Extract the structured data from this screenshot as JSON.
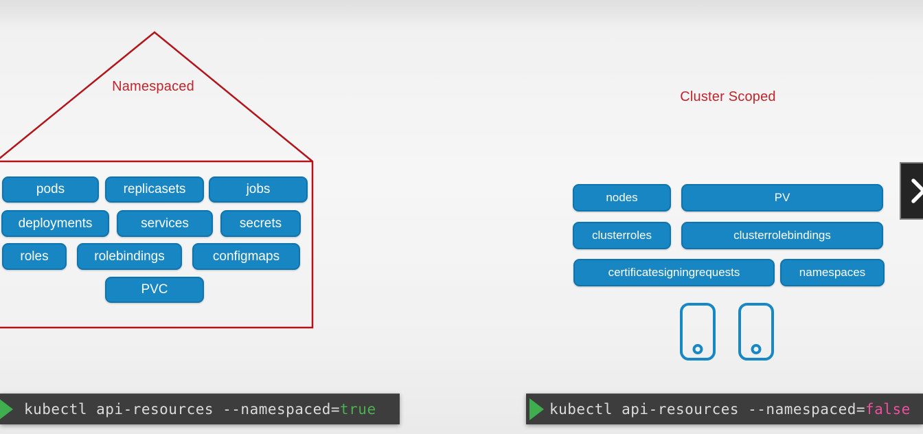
{
  "namespaced_group": {
    "title": "Namespaced",
    "boxes": [
      {
        "label": "pods"
      },
      {
        "label": "replicasets"
      },
      {
        "label": "jobs"
      },
      {
        "label": "deployments"
      },
      {
        "label": "services"
      },
      {
        "label": "secrets"
      },
      {
        "label": "roles"
      },
      {
        "label": "rolebindings"
      },
      {
        "label": "configmaps"
      },
      {
        "label": "PVC"
      }
    ]
  },
  "cluster_group": {
    "title": "Cluster Scoped",
    "boxes": [
      {
        "label": "nodes"
      },
      {
        "label": "PV"
      },
      {
        "label": "clusterroles"
      },
      {
        "label": "clusterrolebindings"
      },
      {
        "label": "certificatesigningrequests"
      },
      {
        "label": "namespaces"
      }
    ]
  },
  "terminals": {
    "left": {
      "command": "kubectl api-resources --namespaced=",
      "value": "true"
    },
    "right": {
      "command": "kubectl api-resources --namespaced=",
      "value": "false"
    }
  },
  "icons": {
    "play_icon": "play-triangle",
    "device_icon": "mobile-device-outline",
    "next_icon": "chevron-right"
  },
  "colors": {
    "box_blue": "#1786c3",
    "outline_red": "#b31419",
    "title_red": "#c0242c",
    "terminal_bg": "#3d3d3d",
    "terminal_text": "#dcdcdc",
    "true_green": "#4caf50",
    "false_pink": "#ee4f9e",
    "play_green": "#3fae4e"
  }
}
